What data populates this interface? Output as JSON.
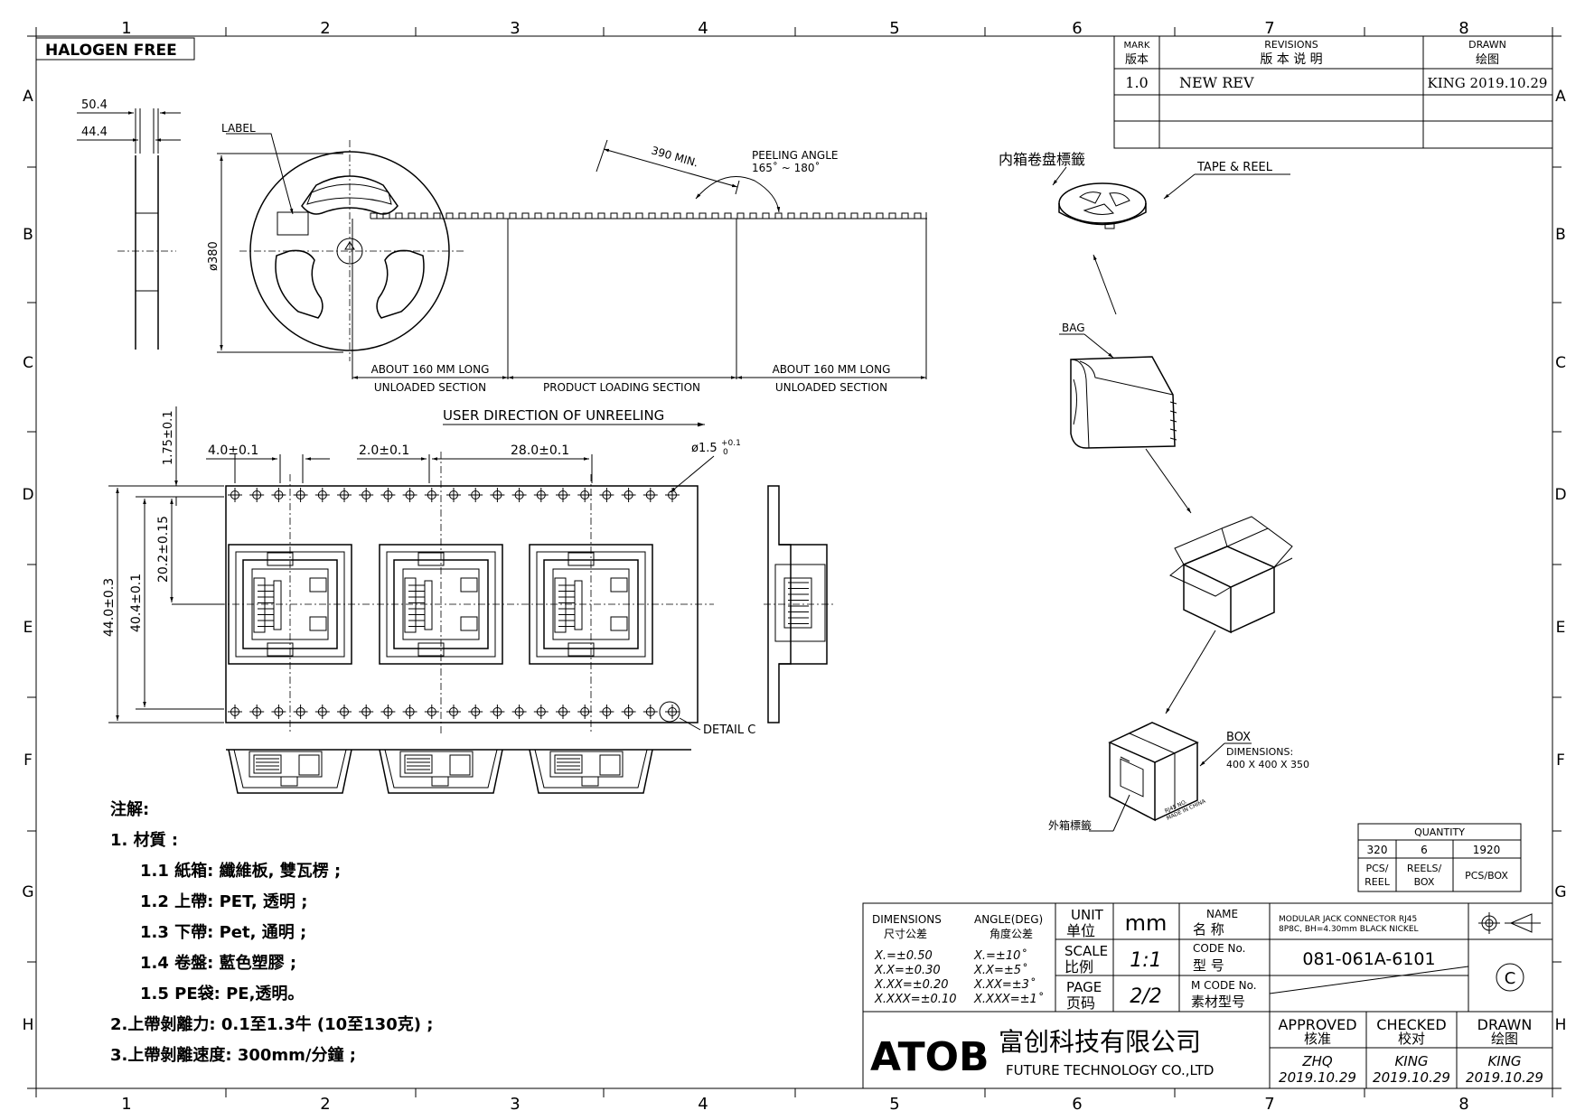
{
  "border": {
    "col_labels": [
      "1",
      "2",
      "3",
      "4",
      "5",
      "6",
      "7",
      "8"
    ],
    "row_labels": [
      "A",
      "B",
      "C",
      "D",
      "E",
      "F",
      "G",
      "H"
    ]
  },
  "halogen_free": "HALOGEN FREE",
  "revisions": {
    "mark_header": "MARK",
    "mark_header_cn": "版本",
    "rev_header": "REVISIONS",
    "rev_header_cn": "版 本 说 明",
    "drawn_header": "DRAWN",
    "drawn_header_cn": "绘图",
    "rows": [
      {
        "mark": "1.0",
        "desc": "NEW REV",
        "drawn": "KING 2019.10.29"
      }
    ]
  },
  "reel": {
    "dim_504": "50.4",
    "dim_444": "44.4",
    "label": "LABEL",
    "dia": "ø380",
    "min_len": "390 MIN.",
    "peel_angle": "PEELING ANGLE",
    "peel_range": "165˚ ~ 180˚",
    "sec_left_1": "ABOUT 160 MM LONG",
    "sec_left_2": "UNLOADED SECTION",
    "sec_mid": "PRODUCT LOADING SECTION",
    "sec_right_1": "ABOUT 160 MM LONG",
    "sec_right_2": "UNLOADED SECTION",
    "direction": "USER DIRECTION OF UNREELING"
  },
  "tape": {
    "d_175": "1.75±0.1",
    "d_40": "4.0±0.1",
    "d_20": "2.0±0.1",
    "d_280": "28.0±0.1",
    "d_hole": "ø1.5",
    "d_hole_tol": "+0.1",
    "d_hole_tol2": "0",
    "d_202": "20.2±0.15",
    "d_440": "44.0±0.3",
    "d_404": "40.4±0.1",
    "detail": "DETAIL C"
  },
  "packing": {
    "inner_label": "内箱卷盘標籤",
    "tape_reel": "TAPE & REEL",
    "bag": "BAG",
    "box": "BOX",
    "box_dims_label": "DIMENSIONS:",
    "box_dims": "400 X 400 X 350",
    "outer_label": "外箱標籤",
    "box_print_1": "RJ45 NO.",
    "box_print_2": "MADE IN CHINA"
  },
  "quantity": {
    "title": "QUANTITY",
    "values": [
      "320",
      "6",
      "1920"
    ],
    "units": [
      "PCS/",
      "REELS/",
      "PCS/BOX"
    ],
    "units2": [
      "REEL",
      "BOX",
      ""
    ]
  },
  "notes": {
    "title": "注解:",
    "lines": [
      "1. 材質 :",
      "1.1 紙箱: 纖維板, 雙瓦楞 ;",
      "1.2 上帶: PET, 透明 ;",
      "1.3 下帶: Pet, 通明 ;",
      "1.4 卷盤: 藍色塑膠 ;",
      "1.5 PE袋: PE,透明。",
      "2.上帶剝離力: 0.1至1.3牛 (10至130克) ;",
      "3.上帶剝離速度: 300mm/分鐘 ;"
    ]
  },
  "titleblock": {
    "dimensions": "DIMENSIONS",
    "dimensions_cn": "尺寸公差",
    "angle": "ANGLE(DEG)",
    "angle_cn": "角度公差",
    "tol_lin": [
      "X.=±0.50",
      "X.X=±0.30",
      "X.XX=±0.20",
      "X.XXX=±0.10"
    ],
    "tol_ang": [
      "X.=±10˚",
      "X.X=±5˚",
      "X.XX=±3˚",
      "X.XXX=±1˚"
    ],
    "unit": "UNIT",
    "unit_cn": "单位",
    "unit_val": "mm",
    "scale": "SCALE",
    "scale_cn": "比例",
    "scale_val": "1:1",
    "page": "PAGE",
    "page_cn": "页码",
    "page_val": "2/2",
    "name": "NAME",
    "name_cn": "名 称",
    "name_val_1": "MODULAR JACK CONNECTOR RJ45",
    "name_val_2": "8P8C, BH=4.30mm BLACK NICKEL",
    "code": "CODE No.",
    "code_cn": "型 号",
    "code_val": "081-061A-6101",
    "mcode": "M CODE No.",
    "mcode_cn": "素材型号",
    "approved": "APPROVED",
    "approved_cn": "核准",
    "checked": "CHECKED",
    "checked_cn": "校对",
    "drawn": "DRAWN",
    "drawn_cn": "绘图",
    "approved_by": "ZHQ",
    "checked_by": "KING",
    "drawn_by": "KING",
    "approved_date": "2019.10.29",
    "checked_date": "2019.10.29",
    "drawn_date": "2019.10.29",
    "company_logo": "ATOB",
    "company_cn": "富创科技有限公司",
    "company_en": "FUTURE TECHNOLOGY CO.,LTD",
    "copyright": "C"
  }
}
